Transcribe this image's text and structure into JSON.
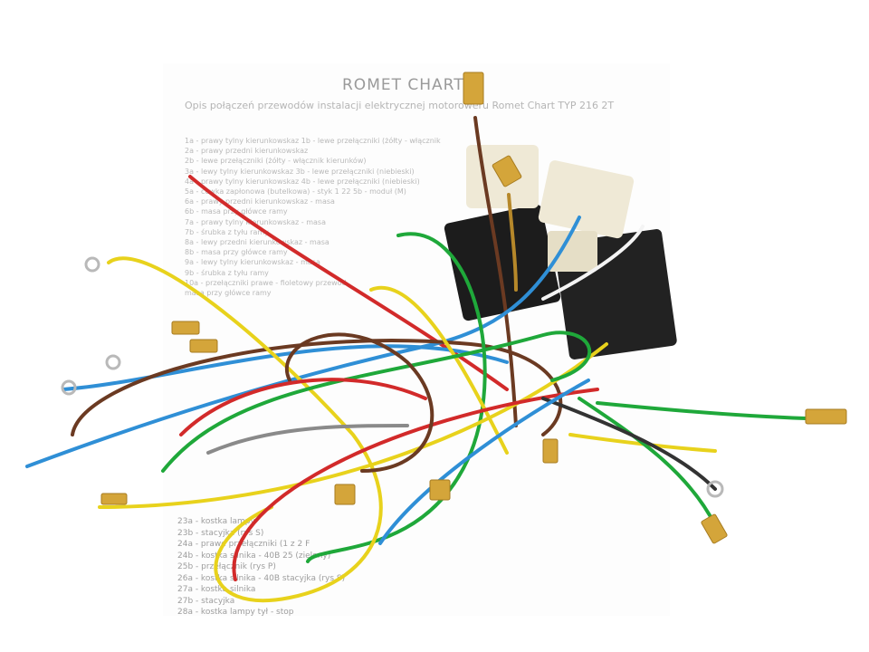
{
  "document": {
    "title": "ROMET CHART",
    "subtitle": "Opis połączeń przewodów instalacji elektrycznej motoroweru Romet Chart TYP 216 2T",
    "lines_top": [
      "1a - prawy tylny kierunkowskaz 1b - lewe przełączniki (żółty - włącznik",
      "2a - prawy przedni kierunkowskaz",
      "2b - lewe przełączniki (żółty - włącznik kierunków)",
      "3a - lewy tylny kierunkowskaz 3b - lewe przełączniki (niebieski)",
      "4a - prawy tylny kierunkowskaz 4b - lewe przełączniki (niebieski)",
      "5a - cewka zapłonowa (butelkowa) - styk 1 22 5b - moduł (M)",
      "6a - prawy przedni kierunkowskaz - masa",
      "6b - masa przy główce ramy",
      "7a - prawy tylny kierunkowskaz - masa",
      "7b - śrubka z tyłu ramy",
      "8a - lewy przedni kierunkowskaz - masa",
      "8b - masa przy główce ramy",
      "9a - lewy tylny kierunkowskaz - masa",
      "9b - śrubka z tyłu ramy",
      "10a - przełączniki prawe - fioletowy przewód",
      "masa przy główce ramy"
    ],
    "lines_bottom": [
      "23a - kostka lampy",
      "23b - stacyjka (rys S)",
      "24a - prawe przełączniki (1 z 2 F",
      "24b - kostka silnika - 40B 25                    (zielony)",
      "25b - przełącznik (rys P)",
      "26a - kostka silnika - 40B              stacyjka (rys S)",
      "27a - kostka silnika",
      "27b - stacyjka",
      "28a - kostka lampy tył - stop"
    ]
  },
  "colors": {
    "background": "#ffffff",
    "connector_black": "#1c1c1c",
    "connector_white": "#efe9d6",
    "terminal_brass": "#d4a53a",
    "wire_yellow": "#e8d21c",
    "wire_green": "#1fa83a",
    "wire_blue": "#2f8fd6",
    "wire_red": "#d22a2a",
    "wire_brown": "#6b3a22",
    "wire_grey": "#8a8a8a"
  }
}
